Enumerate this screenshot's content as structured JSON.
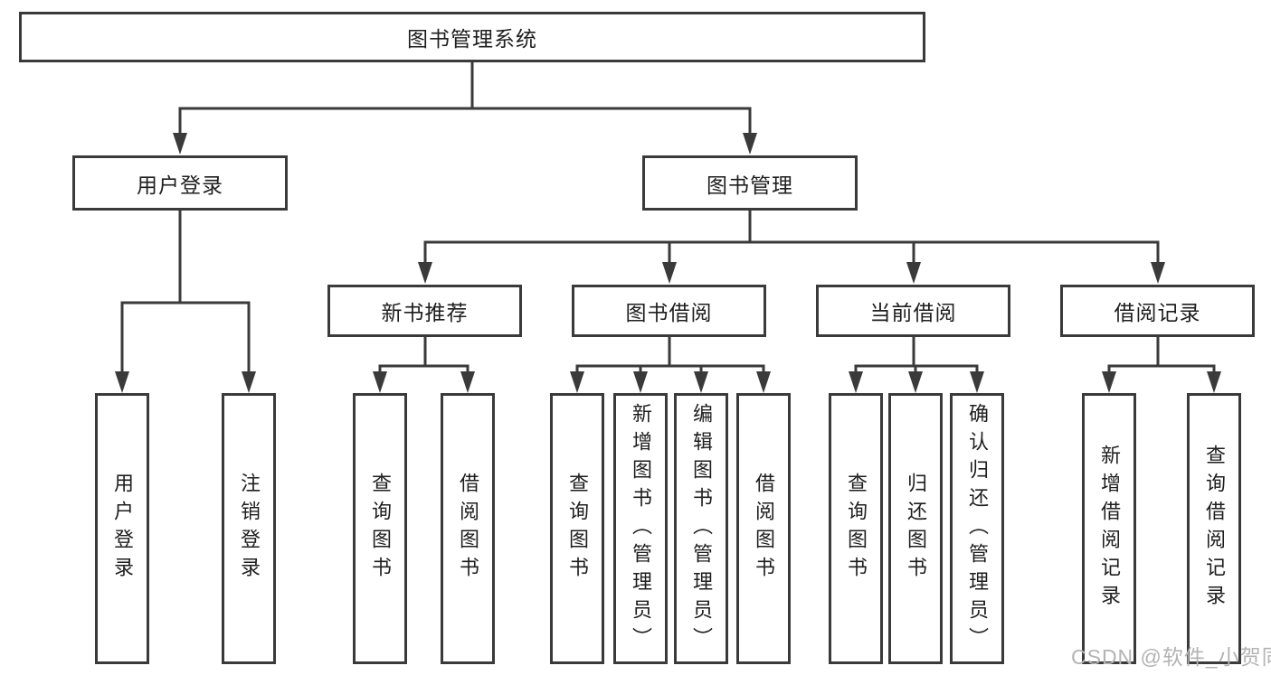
{
  "tree": {
    "root": {
      "label": "图书管理系统"
    },
    "branches": [
      {
        "label": "用户登录",
        "children": [
          {
            "label": "用户登录"
          },
          {
            "label": "注销登录"
          }
        ]
      },
      {
        "label": "图书管理",
        "children": [
          {
            "label": "新书推荐",
            "children": [
              {
                "label": "查询图书"
              },
              {
                "label": "借阅图书"
              }
            ]
          },
          {
            "label": "图书借阅",
            "children": [
              {
                "label": "查询图书"
              },
              {
                "label": "新增图书（管理员）"
              },
              {
                "label": "编辑图书（管理员）"
              },
              {
                "label": "借阅图书"
              }
            ]
          },
          {
            "label": "当前借阅",
            "children": [
              {
                "label": "查询图书"
              },
              {
                "label": "归还图书"
              },
              {
                "label": "确认归还（管理员）"
              }
            ]
          },
          {
            "label": "借阅记录",
            "children": [
              {
                "label": "新增借阅记录"
              },
              {
                "label": "查询借阅记录"
              }
            ]
          }
        ]
      }
    ]
  },
  "watermark": {
    "text": "CSDN @软件_小贺同学"
  },
  "colors": {
    "line": "#3a3a3a",
    "box_border": "#3a3a3a",
    "text": "#1e1e1e",
    "watermark": "#b3b3b3",
    "background": "#ffffff"
  }
}
